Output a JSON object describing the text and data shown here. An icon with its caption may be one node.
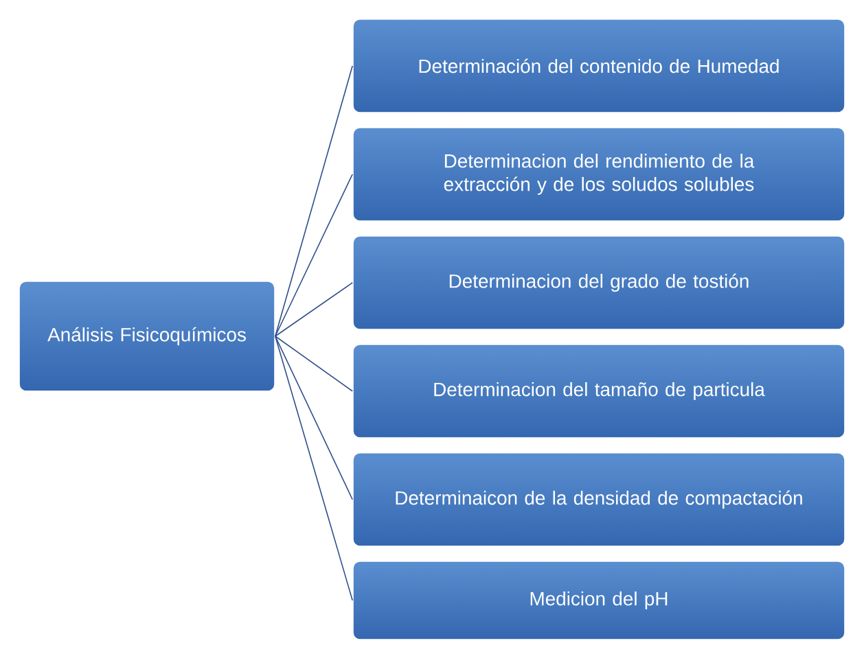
{
  "diagram": {
    "nodes": [
      {
        "text": [
          "Análisis Fisicoquímicos"
        ]
      },
      {
        "text": [
          "Determinación del contenido de Humedad"
        ]
      },
      {
        "text": [
          "Determinacion del rendimiento de la extracción y de los soludos solubles"
        ]
      },
      {
        "text": [
          "Determinacion del grado de tostión"
        ]
      },
      {
        "text": [
          "Determinacion del tamaño de particula"
        ]
      },
      {
        "text": [
          "Determinaicon de la densidad de compactación"
        ]
      },
      {
        "text": [
          "Medicion del pH"
        ]
      }
    ],
    "edges": [
      {
        "from": 0,
        "to": 1,
        "arrow": "none"
      },
      {
        "from": 0,
        "to": 2,
        "arrow": "none"
      },
      {
        "from": 0,
        "to": 3,
        "arrow": "none"
      },
      {
        "from": 0,
        "to": 4,
        "arrow": "none"
      },
      {
        "from": 0,
        "to": 5,
        "arrow": "none"
      },
      {
        "from": 0,
        "to": 6,
        "arrow": "none"
      }
    ]
  }
}
